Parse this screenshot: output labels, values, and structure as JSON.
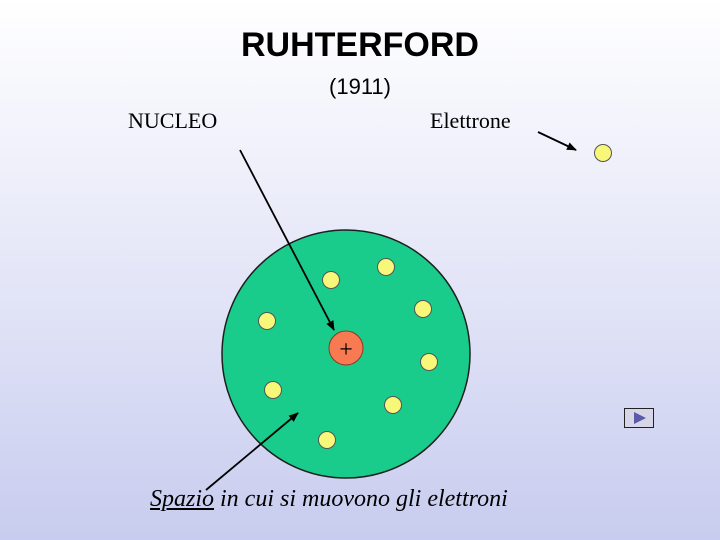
{
  "title": "RUHTERFORD",
  "subtitle": "(1911)",
  "labels": {
    "nucleus": "NUCLEO",
    "electron": "Elettrone"
  },
  "nucleus_symbol": "+",
  "caption": {
    "underlined": "Spazio",
    "rest": " in cui si muovono gli elettroni"
  },
  "colors": {
    "atom": "#19cc8c",
    "electron": "#f7f77a",
    "nucleus": "#f77a52"
  },
  "icons": {
    "nav": "play-icon"
  }
}
